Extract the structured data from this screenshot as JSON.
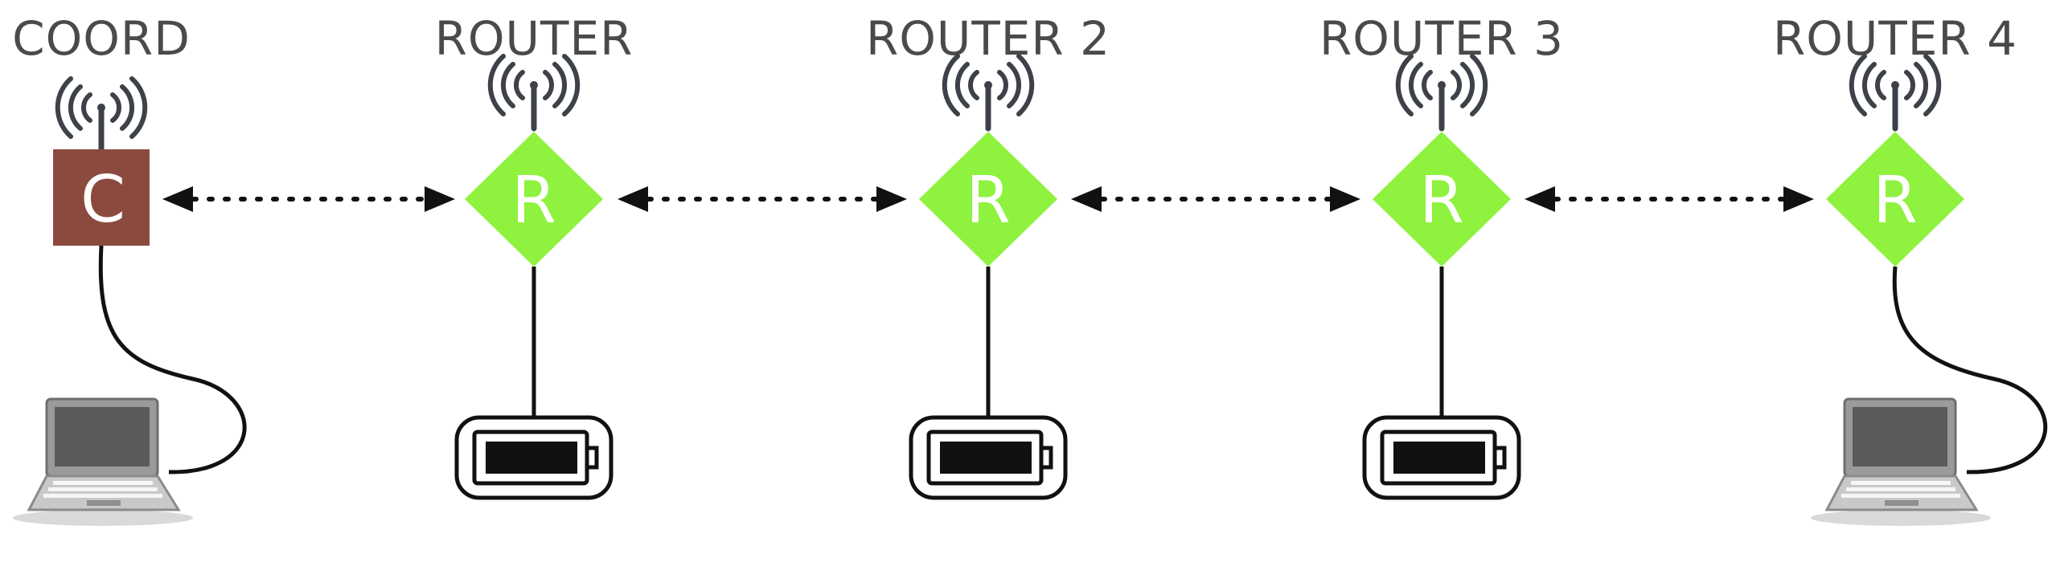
{
  "nodes": [
    {
      "id": "coord",
      "label": "COORD",
      "letter": "C",
      "shape": "square",
      "color": "#8b4a3e",
      "device": "laptop"
    },
    {
      "id": "router-1",
      "label": "ROUTER",
      "letter": "R",
      "shape": "diamond",
      "color": "#8ef23e",
      "device": "battery"
    },
    {
      "id": "router-2",
      "label": "ROUTER 2",
      "letter": "R",
      "shape": "diamond",
      "color": "#8ef23e",
      "device": "battery"
    },
    {
      "id": "router-3",
      "label": "ROUTER 3",
      "letter": "R",
      "shape": "diamond",
      "color": "#8ef23e",
      "device": "battery"
    },
    {
      "id": "router-4",
      "label": "ROUTER 4",
      "letter": "R",
      "shape": "diamond",
      "color": "#8ef23e",
      "device": "laptop"
    }
  ],
  "links": [
    {
      "from": "coord",
      "to": "router-1",
      "style": "dotted-bidirectional"
    },
    {
      "from": "router-1",
      "to": "router-2",
      "style": "dotted-bidirectional"
    },
    {
      "from": "router-2",
      "to": "router-3",
      "style": "dotted-bidirectional"
    },
    {
      "from": "router-3",
      "to": "router-4",
      "style": "dotted-bidirectional"
    }
  ],
  "icons": {
    "antenna": "antenna-signal-icon",
    "laptop": "laptop-icon",
    "battery": "battery-icon"
  },
  "colors": {
    "label": "#4a4a4a",
    "antenna": "#3d4148",
    "router": "#8ef23e",
    "coordinator": "#8b4a3e"
  }
}
